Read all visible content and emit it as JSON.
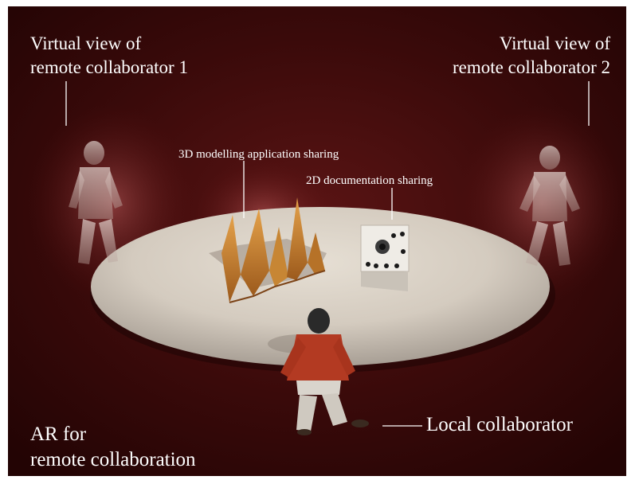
{
  "labels": {
    "remote_1": [
      "Virtual view of",
      "remote collaborator 1"
    ],
    "remote_2": [
      "Virtual view of",
      "remote collaborator 2"
    ],
    "modelling_app": "3D modelling application sharing",
    "documentation": "2D documentation sharing",
    "local": "Local collaborator",
    "title": [
      "AR for",
      "remote collaboration"
    ]
  },
  "colors": {
    "background": "#2b0506",
    "table": "#d4cbbf",
    "model_surface": "#c9842f",
    "person_shirt": "#b33a22",
    "label_text": "#ffffff"
  }
}
